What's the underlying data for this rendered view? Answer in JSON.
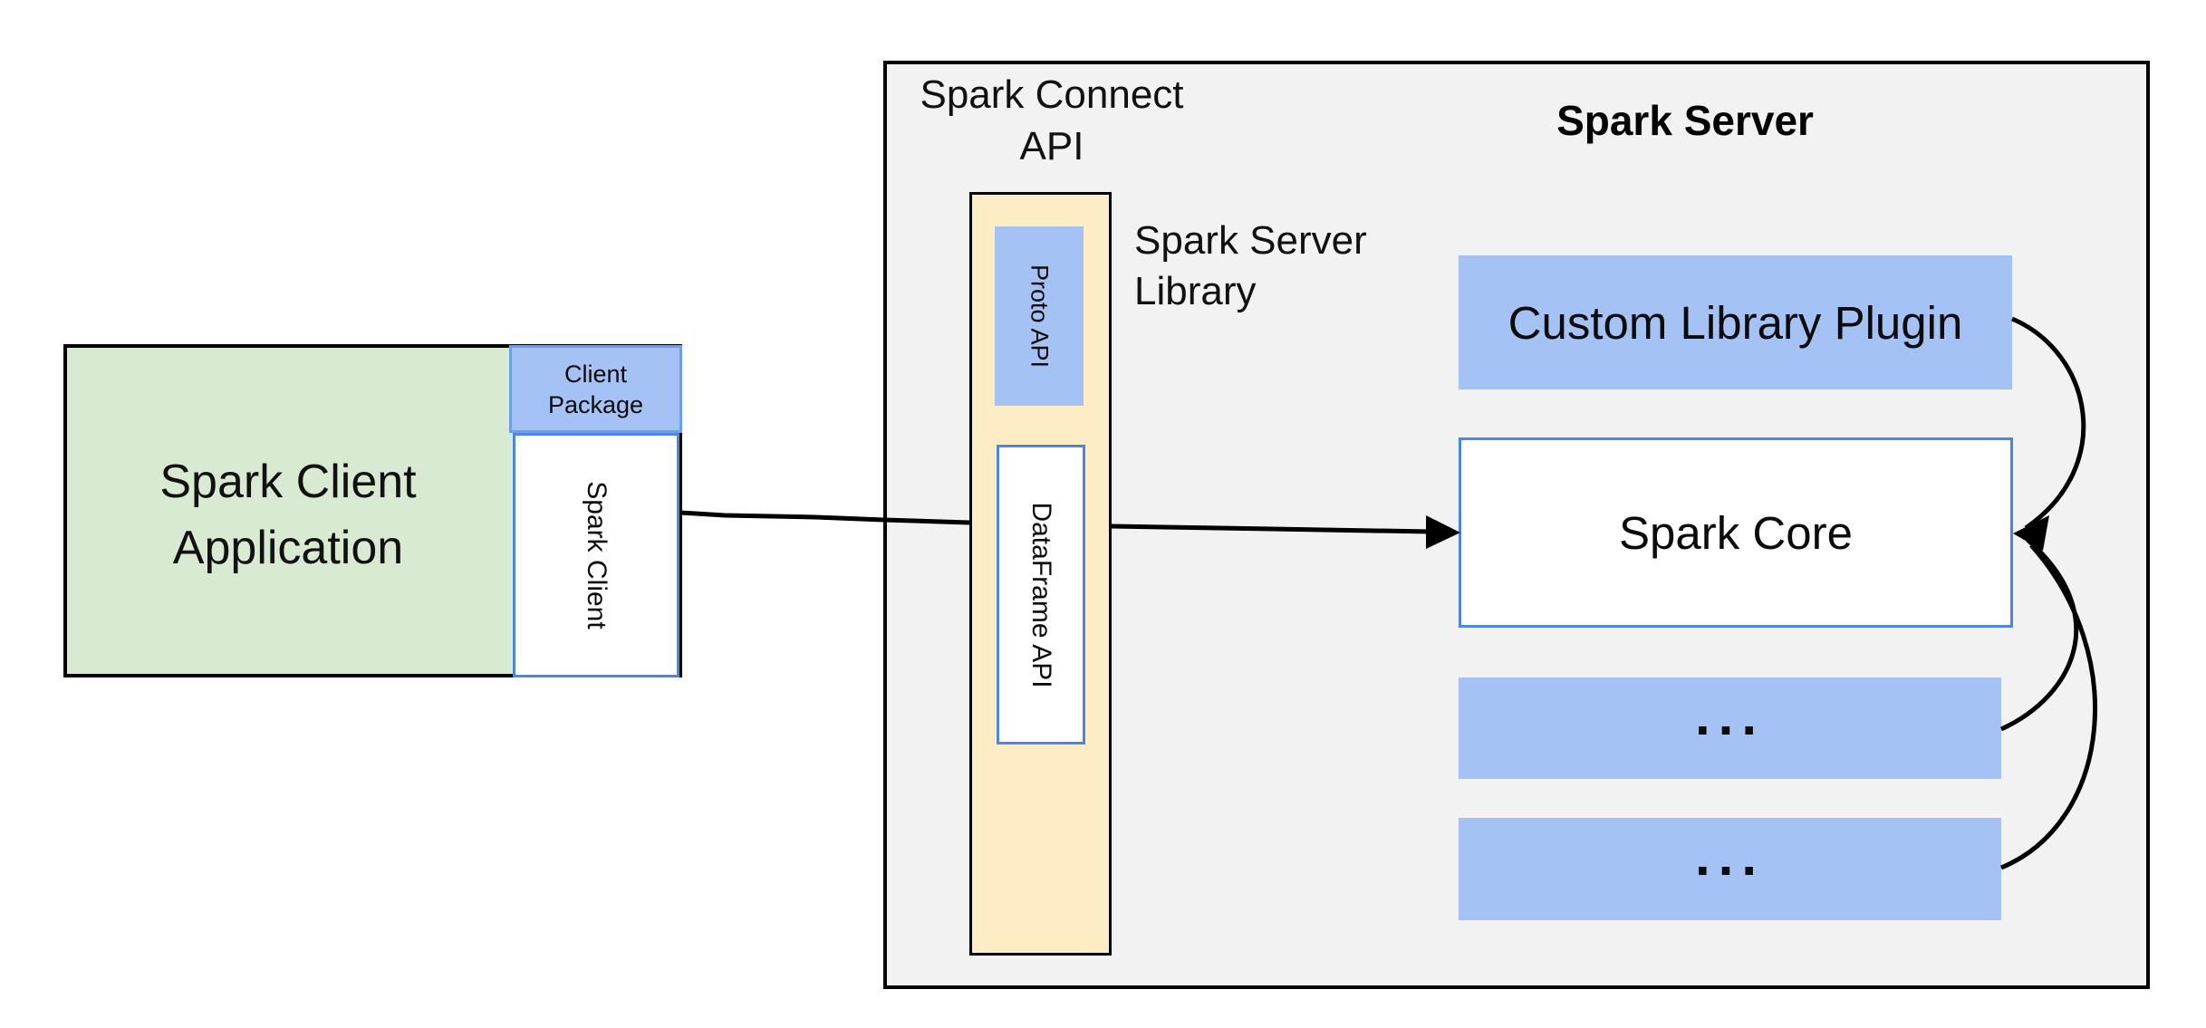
{
  "client": {
    "application_label": "Spark Client Application",
    "package_label": "Client Package",
    "spark_client_label": "Spark Client"
  },
  "connect_api": {
    "heading": "Spark Connect API",
    "server_library_label": "Spark Server Library",
    "proto_api_label": "Proto API",
    "dataframe_api_label": "DataFrame API"
  },
  "spark_server": {
    "heading": "Spark Server",
    "custom_plugin_label": "Custom Library Plugin",
    "spark_core_label": "Spark Core",
    "placeholder_row_1": "...",
    "placeholder_row_2": "..."
  },
  "colors": {
    "green_fill": "#d9ead3",
    "blue_fill": "#a4c2f4",
    "blue_border": "#4a86e8",
    "blue_border_light": "#6d9eeb",
    "cream_fill": "#fdecc4",
    "gray_fill": "#f2f2f2",
    "line_color": "#000000"
  }
}
